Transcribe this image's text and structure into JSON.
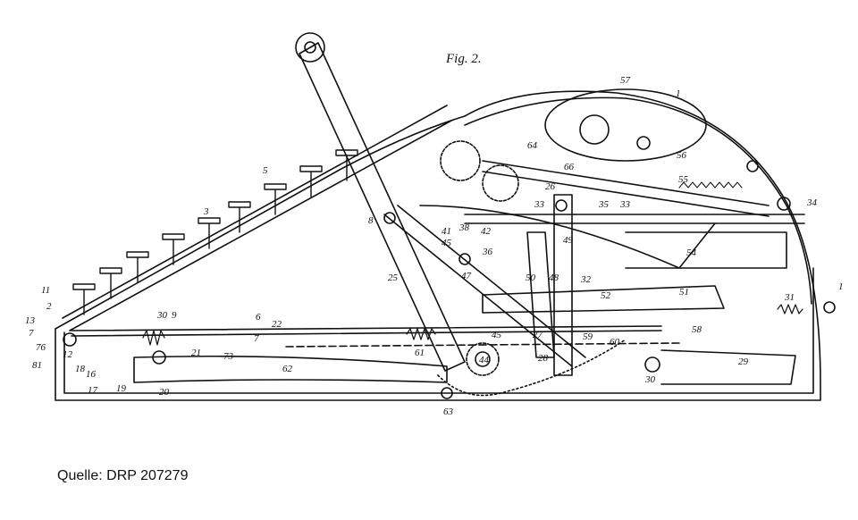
{
  "figure": {
    "title": "Fig. 2.",
    "caption": "Quelle: DRP 207279"
  },
  "labels": [
    "57",
    "1",
    "64",
    "56",
    "66",
    "26",
    "55",
    "34",
    "35",
    "33",
    "33",
    "5",
    "3",
    "8",
    "25",
    "41",
    "45",
    "38",
    "42",
    "36",
    "49",
    "47",
    "50",
    "48",
    "32",
    "54",
    "1",
    "52",
    "51",
    "31",
    "11",
    "2",
    "13",
    "7",
    "76",
    "81",
    "12",
    "18",
    "16",
    "17",
    "19",
    "20",
    "21",
    "73",
    "6",
    "7",
    "22",
    "9",
    "30",
    "62",
    "61",
    "45",
    "27",
    "59",
    "60",
    "58",
    "29",
    "30",
    "28",
    "63",
    "44"
  ]
}
